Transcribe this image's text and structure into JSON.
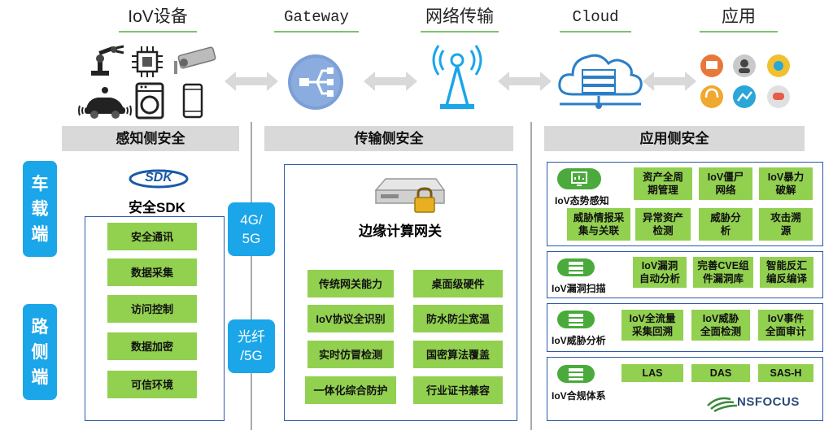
{
  "columns": {
    "iov_devices": "IoV设备",
    "gateway": "Gateway",
    "network": "网络传输",
    "cloud": "Cloud",
    "application": "应用"
  },
  "sections": {
    "perception": "感知侧安全",
    "transmission": "传输侧安全",
    "application": "应用侧安全"
  },
  "side_labels": {
    "vehicle": [
      "车",
      "载",
      "端"
    ],
    "roadside": [
      "路",
      "侧",
      "端"
    ]
  },
  "sdk": {
    "logo_text": "SDK",
    "title": "安全SDK",
    "items": [
      "安全通讯",
      "数据采集",
      "访问控制",
      "数据加密",
      "可信环境"
    ]
  },
  "network_badges": [
    [
      "4G/",
      "5G"
    ],
    [
      "光纤",
      "/5G"
    ]
  ],
  "edge_gateway": {
    "title": "边缘计算网关",
    "features": [
      [
        "传统网关能力",
        "桌面级硬件"
      ],
      [
        "IoV协议全识别",
        "防水防尘宽温"
      ],
      [
        "实时仿冒检测",
        "国密算法覆盖"
      ],
      [
        "一体化综合防护",
        "行业证书兼容"
      ]
    ]
  },
  "app_panels": [
    {
      "label": "IoV态势感知",
      "items": [
        [
          "资产全周",
          "期管理"
        ],
        [
          "IoV僵尸",
          "网络"
        ],
        [
          "IoV暴力",
          "破解"
        ],
        [
          "威胁情报采",
          "集与关联"
        ],
        [
          "异常资产",
          "检测"
        ],
        [
          "威胁分",
          "析"
        ],
        [
          "攻击溯",
          "源"
        ]
      ]
    },
    {
      "label": "IoV漏洞扫描",
      "items": [
        [
          "IoV漏洞",
          "自动分析"
        ],
        [
          "完善CVE组",
          "件漏洞库"
        ],
        [
          "智能反汇",
          "编反编译"
        ]
      ]
    },
    {
      "label": "IoV威胁分析",
      "items": [
        [
          "IoV全流量",
          "采集回溯"
        ],
        [
          "IoV威胁",
          "全面检测"
        ],
        [
          "IoV事件",
          "全面审计"
        ]
      ]
    },
    {
      "label": "IoV合规体系",
      "items": [
        [
          "LAS"
        ],
        [
          "DAS"
        ],
        [
          "SAS-H"
        ]
      ]
    }
  ],
  "brand": "NSFOCUS",
  "colors": {
    "accent_blue": "#1aa6e8",
    "item_green": "#92d050",
    "box_border": "#2a5aa8",
    "section_gray": "#d9d9d9"
  }
}
